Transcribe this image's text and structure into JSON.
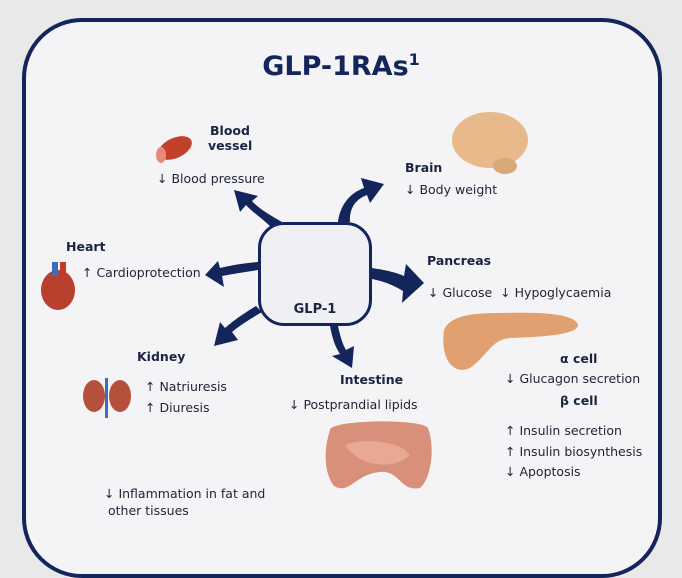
{
  "title": "GLP-1RAs",
  "title_sup": "1",
  "center_label": "GLP-1",
  "colors": {
    "navy": "#13255a",
    "peptide": "#3fa3c8",
    "organ": "#e0a070"
  },
  "blood_vessel": {
    "name_line1": "Blood",
    "name_line2": "vessel",
    "effect": "↓ Blood pressure"
  },
  "brain": {
    "name": "Brain",
    "effect": "↓ Body weight"
  },
  "heart": {
    "name": "Heart",
    "effect": "↑ Cardioprotection"
  },
  "pancreas": {
    "name": "Pancreas",
    "effects": "↓ Glucose  ↓ Hypoglycaemia",
    "alpha": "α cell",
    "alpha_effect": "↓ Glucagon secretion",
    "beta": "β cell",
    "beta_effects": [
      "↑ Insulin secretion",
      "↑ Insulin biosynthesis",
      "↓ Apoptosis"
    ]
  },
  "kidney": {
    "name": "Kidney",
    "effects": [
      "↑ Natriuresis",
      "↑ Diuresis"
    ]
  },
  "intestine": {
    "name": "Intestine",
    "effect": "↓ Postprandial lipids"
  },
  "other": {
    "line1": "↓ Inflammation in fat and",
    "line2": "other tissues"
  }
}
